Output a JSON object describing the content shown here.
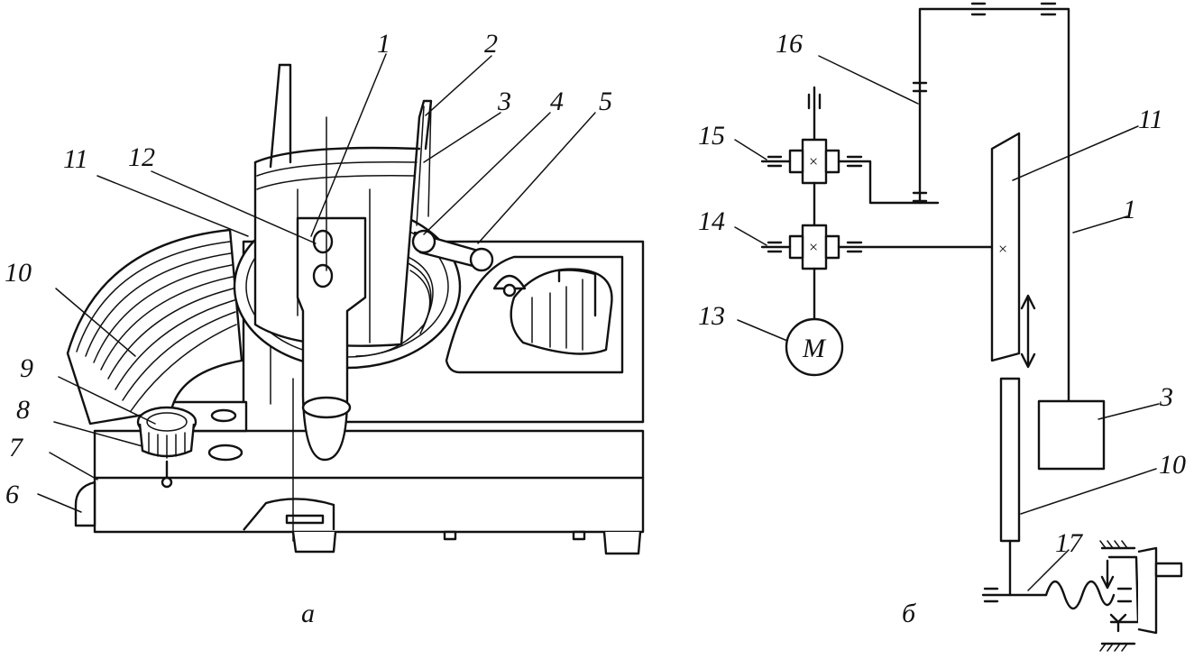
{
  "figure_a": {
    "caption": "а",
    "labels": {
      "1": "1",
      "2": "2",
      "3": "3",
      "4": "4",
      "5": "5",
      "6": "6",
      "7": "7",
      "8": "8",
      "9": "9",
      "10": "10",
      "11": "11",
      "12": "12"
    }
  },
  "figure_b": {
    "caption": "б",
    "motor_symbol": "M",
    "gear_mark": "×",
    "labels": {
      "1": "1",
      "3": "3",
      "10": "10",
      "11": "11",
      "13": "13",
      "14": "14",
      "15": "15",
      "16": "16",
      "17": "17"
    }
  }
}
